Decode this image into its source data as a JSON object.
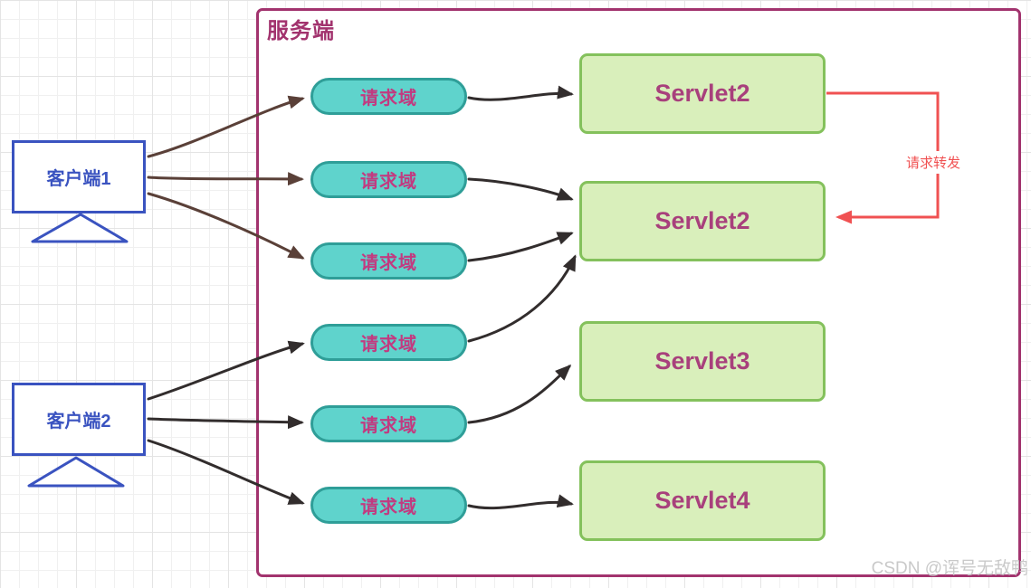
{
  "server": {
    "label": "服务端"
  },
  "clients": [
    {
      "label": "客户端1"
    },
    {
      "label": "客户端2"
    }
  ],
  "pills": [
    {
      "label": "请求域"
    },
    {
      "label": "请求域"
    },
    {
      "label": "请求域"
    },
    {
      "label": "请求域"
    },
    {
      "label": "请求域"
    },
    {
      "label": "请求域"
    }
  ],
  "servlets": [
    {
      "label": "Servlet2"
    },
    {
      "label": "Servlet2"
    },
    {
      "label": "Servlet3"
    },
    {
      "label": "Servlet4"
    }
  ],
  "forward": {
    "label": "请求转发"
  },
  "watermark": "CSDN @诨号无敌鸭",
  "colors": {
    "server_border": "#a2336e",
    "client_blue": "#3a53c0",
    "pill_fill": "#5fd3cc",
    "pill_border": "#2f9e98",
    "pill_text": "#c23a80",
    "servlet_fill": "#d9efbb",
    "servlet_border": "#84c15c",
    "servlet_text": "#a8407c",
    "arrow_brown": "#5a4038",
    "arrow_black": "#322d2d",
    "arrow_red": "#f05152"
  }
}
